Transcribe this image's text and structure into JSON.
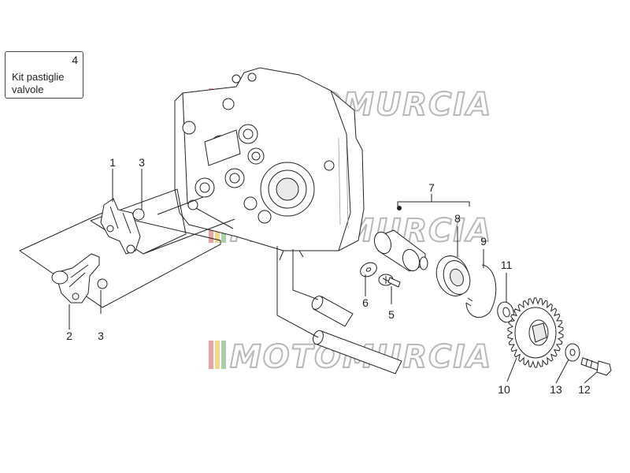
{
  "kit_box": {
    "number": "4",
    "text_line1": "Kit pastiglie",
    "text_line2": "valvole"
  },
  "watermark": {
    "text": "MOTOMURCIA"
  },
  "callouts": [
    {
      "label": "1"
    },
    {
      "label": "2"
    },
    {
      "label": "3"
    },
    {
      "label": "3"
    },
    {
      "label": "5"
    },
    {
      "label": "6"
    },
    {
      "label": "7"
    },
    {
      "label": "8"
    },
    {
      "label": "9"
    },
    {
      "label": "10"
    },
    {
      "label": "11"
    },
    {
      "label": "12"
    },
    {
      "label": "13"
    }
  ],
  "colors": {
    "line": "#222222",
    "watermark": "#b8b8b8",
    "stripe_red": "#e06060",
    "stripe_yellow": "#e8c040",
    "stripe_green": "#70b070"
  }
}
